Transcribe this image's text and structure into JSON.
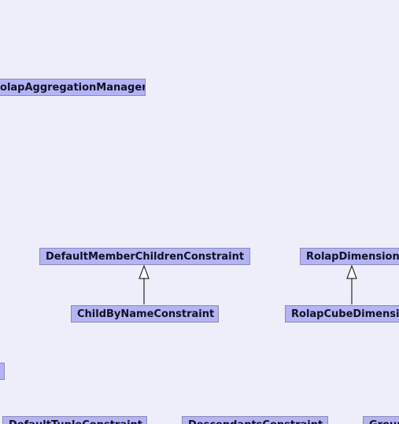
{
  "diagram": {
    "classes": {
      "rolap_aggregation_manager": "RolapAggregationManager",
      "default_member_children_constraint": "DefaultMemberChildrenConstraint",
      "child_by_name_constraint": "ChildByNameConstraint",
      "rolap_dimension": "RolapDimension",
      "rolap_cube_dimension": "RolapCubeDimension",
      "default_tuple_constraint": "DefaultTupleConstraint",
      "descendants_constraint": "DescendantsConstraint",
      "group": "Group",
      "left_edge_box": ""
    },
    "inheritance": [
      {
        "child": "ChildByNameConstraint",
        "parent": "DefaultMemberChildrenConstraint"
      },
      {
        "child": "RolapCubeDimension",
        "parent": "RolapDimension"
      }
    ],
    "colors": {
      "background": "#eeeefa",
      "node_fill": "#b3b3f6",
      "node_border": "#8a8ab4",
      "edge": "#000000"
    }
  }
}
